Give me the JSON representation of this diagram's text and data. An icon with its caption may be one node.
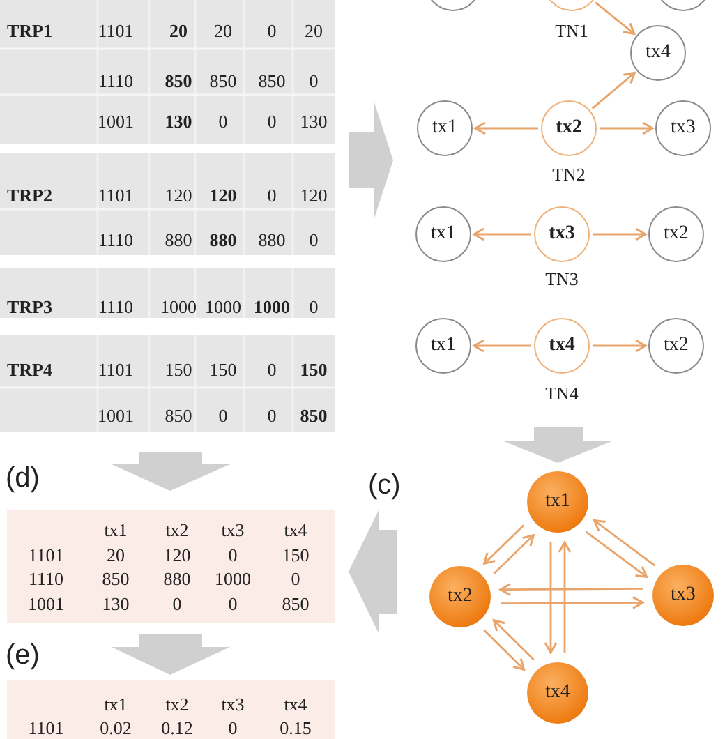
{
  "diagram": {
    "nodes": [
      {
        "text": [],
        "shape": "circle"
      },
      {
        "text": [],
        "shape": "circle",
        "beside": [
          "TN1"
        ]
      },
      {
        "text": [],
        "shape": "circle"
      },
      {
        "text": [
          "tx4"
        ]
      },
      {
        "text": [
          "tx1"
        ]
      },
      {
        "text": [
          "tx2"
        ],
        "beside": [
          "TN2"
        ]
      },
      {
        "text": [
          "tx3"
        ]
      },
      {
        "text": [
          "tx1"
        ]
      },
      {
        "text": [
          "tx3"
        ],
        "beside": [
          "TN3"
        ]
      },
      {
        "text": [
          "tx2"
        ]
      },
      {
        "text": [
          "tx1"
        ]
      },
      {
        "text": [
          "tx4"
        ],
        "beside": [
          "TN4"
        ]
      },
      {
        "text": [
          "tx2"
        ]
      },
      {
        "text": [
          "tx1"
        ]
      },
      {
        "text": [
          "tx2"
        ]
      },
      {
        "text": [
          "tx3"
        ]
      },
      {
        "text": [
          "tx4"
        ]
      }
    ],
    "edges": [
      {
        "from": 1,
        "to": 3,
        "arrow": "to"
      },
      {
        "from": 5,
        "to": 3,
        "arrow": "to"
      },
      {
        "from": 5,
        "to": 4,
        "arrow": "to"
      },
      {
        "from": 5,
        "to": 6,
        "arrow": "to"
      },
      {
        "from": 8,
        "to": 7,
        "arrow": "to"
      },
      {
        "from": 8,
        "to": 9,
        "arrow": "to"
      },
      {
        "from": 11,
        "to": 10,
        "arrow": "to"
      },
      {
        "from": 11,
        "to": 12,
        "arrow": "to"
      },
      {
        "from": 14,
        "to": 13,
        "arrow": "to"
      },
      {
        "from": 13,
        "to": 14,
        "arrow": "to"
      },
      {
        "from": 13,
        "to": 15,
        "arrow": "to"
      },
      {
        "from": 15,
        "to": 13,
        "arrow": "to"
      },
      {
        "from": 14,
        "to": 15,
        "arrow": "to"
      },
      {
        "from": 15,
        "to": 14,
        "arrow": "to"
      },
      {
        "from": 14,
        "to": 16,
        "arrow": "to"
      },
      {
        "from": 16,
        "to": 14,
        "arrow": "to"
      },
      {
        "from": 13,
        "to": 16,
        "arrow": "to"
      },
      {
        "from": 16,
        "to": 13,
        "arrow": "to"
      }
    ],
    "labels": [
      "TRP1",
      "1101",
      "20",
      "20",
      "0",
      "20",
      "1110",
      "850",
      "850",
      "850",
      "0",
      "1001",
      "130",
      "0",
      "0",
      "130",
      "TRP2",
      "1101",
      "120",
      "120",
      "0",
      "120",
      "1110",
      "880",
      "880",
      "880",
      "0",
      "TRP3",
      "1110",
      "1000",
      "1000",
      "1000",
      "0",
      "TRP4",
      "1101",
      "150",
      "150",
      "0",
      "150",
      "1001",
      "850",
      "0",
      "0",
      "850",
      "(d)",
      "tx1",
      "tx2",
      "tx3",
      "tx4",
      "1101",
      "20",
      "120",
      "0",
      "150",
      "1110",
      "850",
      "880",
      "1000",
      "0",
      "1001",
      "130",
      "0",
      "0",
      "850",
      "(e)",
      "tx1",
      "tx2",
      "tx3",
      "tx4",
      "1101",
      "0.02",
      "0.12",
      "0",
      "0.15",
      "(c)"
    ]
  }
}
